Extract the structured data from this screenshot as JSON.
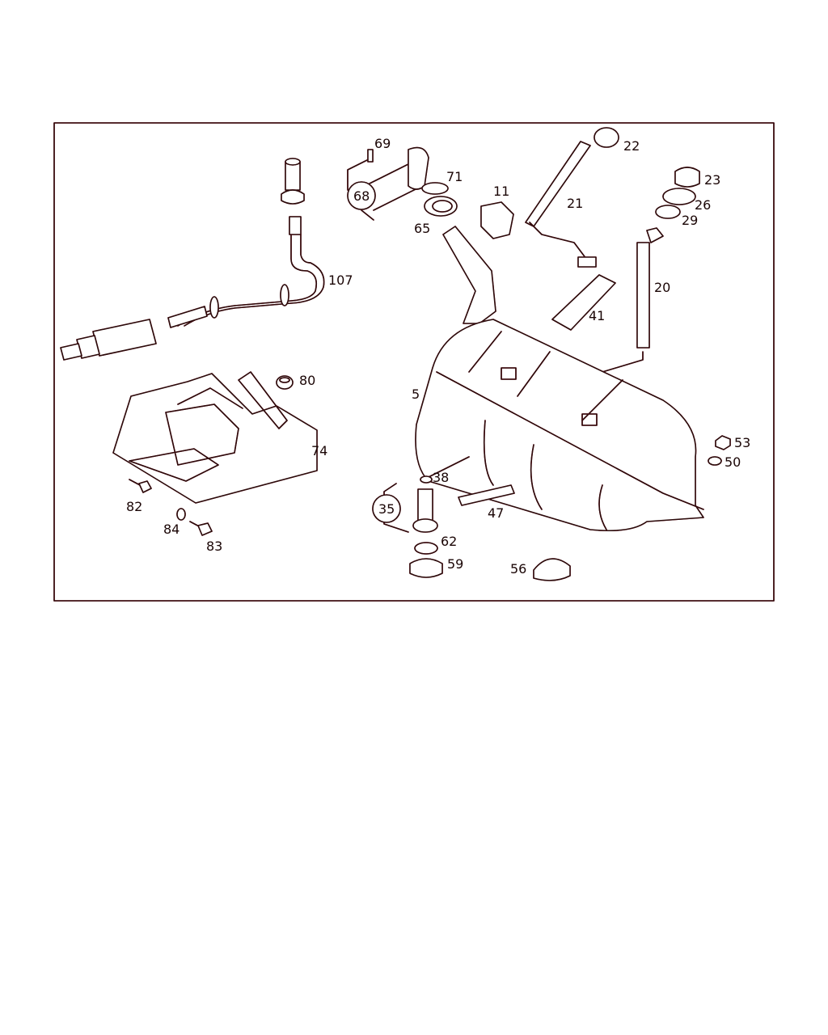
{
  "diagram": {
    "type": "exploded parts diagram",
    "part_numbers": [
      "69",
      "22",
      "68",
      "71",
      "11",
      "21",
      "23",
      "26",
      "29",
      "65",
      "107",
      "20",
      "41",
      "80",
      "5",
      "74",
      "53",
      "50",
      "38",
      "82",
      "35",
      "47",
      "84",
      "62",
      "83",
      "59",
      "56"
    ]
  },
  "colors": {
    "line": "#2a0a0a",
    "fringe": "#c0304a",
    "frame": "#2a0a0a"
  }
}
